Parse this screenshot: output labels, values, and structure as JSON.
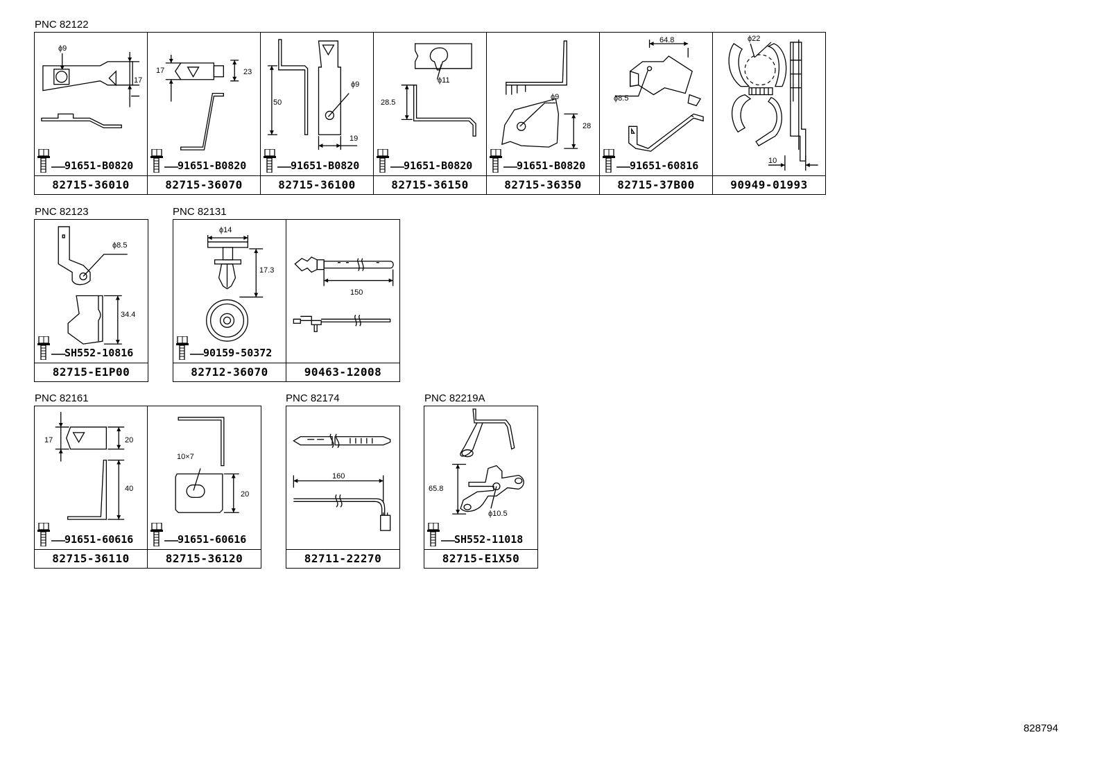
{
  "diagram_number": "828794",
  "groups": [
    {
      "pnc": "PNC 82122",
      "cells": [
        {
          "part_number": "82715-36010",
          "bolt": "91651-B0820",
          "dims": [
            "ϕ9",
            "17"
          ]
        },
        {
          "part_number": "82715-36070",
          "bolt": "91651-B0820",
          "dims": [
            "17",
            "23"
          ]
        },
        {
          "part_number": "82715-36100",
          "bolt": "91651-B0820",
          "dims": [
            "50",
            "ϕ9",
            "19"
          ]
        },
        {
          "part_number": "82715-36150",
          "bolt": "91651-B0820",
          "dims": [
            "ϕ11",
            "28.5"
          ]
        },
        {
          "part_number": "82715-36350",
          "bolt": "91651-B0820",
          "dims": [
            "ϕ9",
            "28"
          ]
        },
        {
          "part_number": "82715-37B00",
          "bolt": "91651-60816",
          "dims": [
            "64.8",
            "ϕ8.5"
          ]
        },
        {
          "part_number": "90949-01993",
          "bolt": "",
          "dims": [
            "ϕ22",
            "10"
          ]
        }
      ]
    },
    {
      "pnc": "PNC 82123",
      "cells": [
        {
          "part_number": "82715-E1P00",
          "bolt": "SH552-10816",
          "dims": [
            "ϕ8.5",
            "34.4"
          ]
        }
      ]
    },
    {
      "pnc": "PNC 82131",
      "cells": [
        {
          "part_number": "82712-36070",
          "bolt": "90159-50372",
          "dims": [
            "ϕ14",
            "17.3"
          ]
        },
        {
          "part_number": "90463-12008",
          "bolt": "",
          "dims": [
            "150"
          ]
        }
      ]
    },
    {
      "pnc": "PNC 82161",
      "cells": [
        {
          "part_number": "82715-36110",
          "bolt": "91651-60616",
          "dims": [
            "17",
            "20",
            "40"
          ]
        },
        {
          "part_number": "82715-36120",
          "bolt": "91651-60616",
          "dims": [
            "10×7",
            "20"
          ]
        }
      ]
    },
    {
      "pnc": "PNC 82174",
      "cells": [
        {
          "part_number": "82711-22270",
          "bolt": "",
          "dims": [
            "160"
          ]
        }
      ]
    },
    {
      "pnc": "PNC 82219A",
      "cells": [
        {
          "part_number": "82715-E1X50",
          "bolt": "SH552-11018",
          "dims": [
            "65.8",
            "ϕ10.5"
          ]
        }
      ]
    }
  ]
}
